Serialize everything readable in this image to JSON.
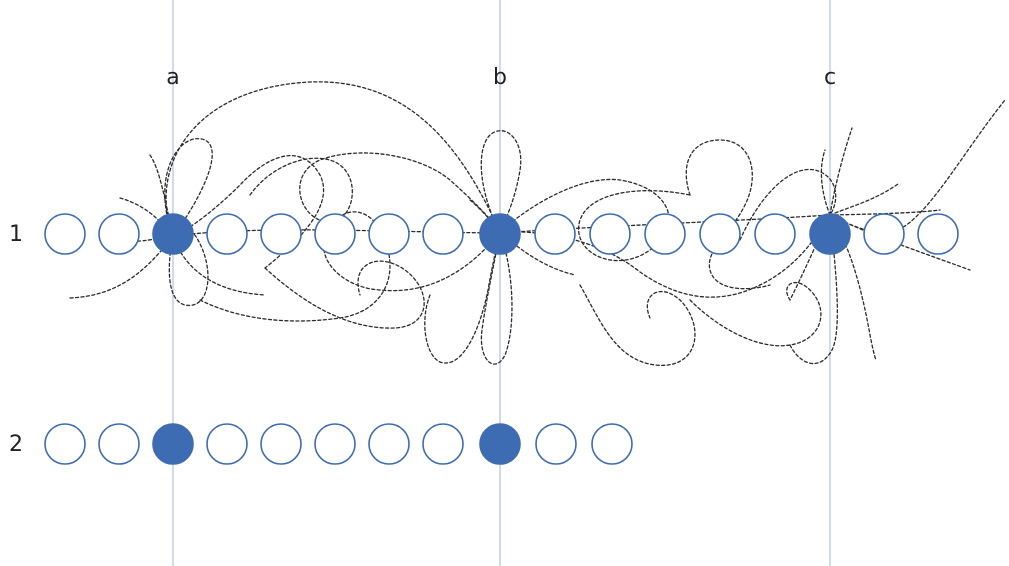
{
  "columns": [
    {
      "label": "a"
    },
    {
      "label": "b"
    },
    {
      "label": "c"
    }
  ],
  "rows": [
    {
      "label": "1",
      "beads": [
        false,
        false,
        true,
        false,
        false,
        false,
        false,
        false,
        true,
        false,
        false,
        false,
        false,
        false,
        true,
        false,
        false
      ]
    },
    {
      "label": "2",
      "beads": [
        false,
        false,
        true,
        false,
        false,
        false,
        false,
        false,
        true,
        false,
        false
      ]
    }
  ],
  "colors": {
    "bead": "#3d6cb3",
    "guide_line": "#bcd0e8",
    "strand": "#2b2b2b"
  }
}
